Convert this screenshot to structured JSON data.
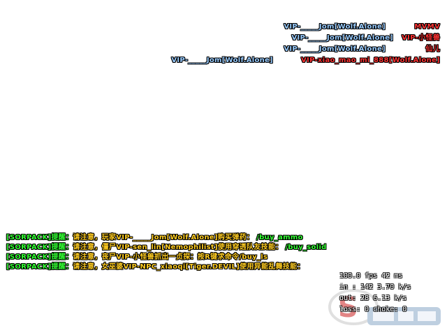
{
  "killfeed": [
    {
      "killer": "VIP-_____Jom[Wolf.Alone]",
      "victim": "MVMV"
    },
    {
      "killer": "VIP-_____Jom[Wolf.Alone]",
      "victim": "VIP-小怪兽"
    },
    {
      "killer": "VIP-_____Jom[Wolf.Alone]",
      "victim": "仙儿"
    },
    {
      "killer": "VIP-_____Jom[Wolf.Alone]",
      "victim": "VIP-xiao_mao_mi_888[Wolf.Alone]"
    }
  ],
  "chat": [
    {
      "tag": "[SORPACK]提醒：",
      "body": "请注意，玩家VIP-_____Jom[Wolf.Alone]购买弹药：",
      "cmd": "/buy_ammo"
    },
    {
      "tag": "[SORPACK]提醒：",
      "body": "请注意，僵尸VIP-sen_lin[Nemophilist]使用穿透队友技能：",
      "cmd": "/buy_solid"
    },
    {
      "tag": "[SORPACK]提醒：",
      "body": "请注意，丧尸VIP-小怪兽抓出一贞探：按R键求命令/buy_ls",
      "cmd": ""
    },
    {
      "tag": "[SORPACK]提醒：",
      "body": "请注意，女巫婆VIP-NPC_xiaoqi[Tiger.DEVIL]使用异能乱舞技能：",
      "cmd": ""
    }
  ],
  "netgraph": {
    "fps": "100.0 fps   42 ms",
    "in": "in :  142 3.70 k/s",
    "out": "out:  28 6.13 k/s",
    "loss": "loss: 0 choke:  0"
  },
  "colors": {
    "killer": "#99ccff",
    "victim": "#ff3333",
    "chat_tag": "#33ff33",
    "chat_body": "#ffcc22"
  }
}
